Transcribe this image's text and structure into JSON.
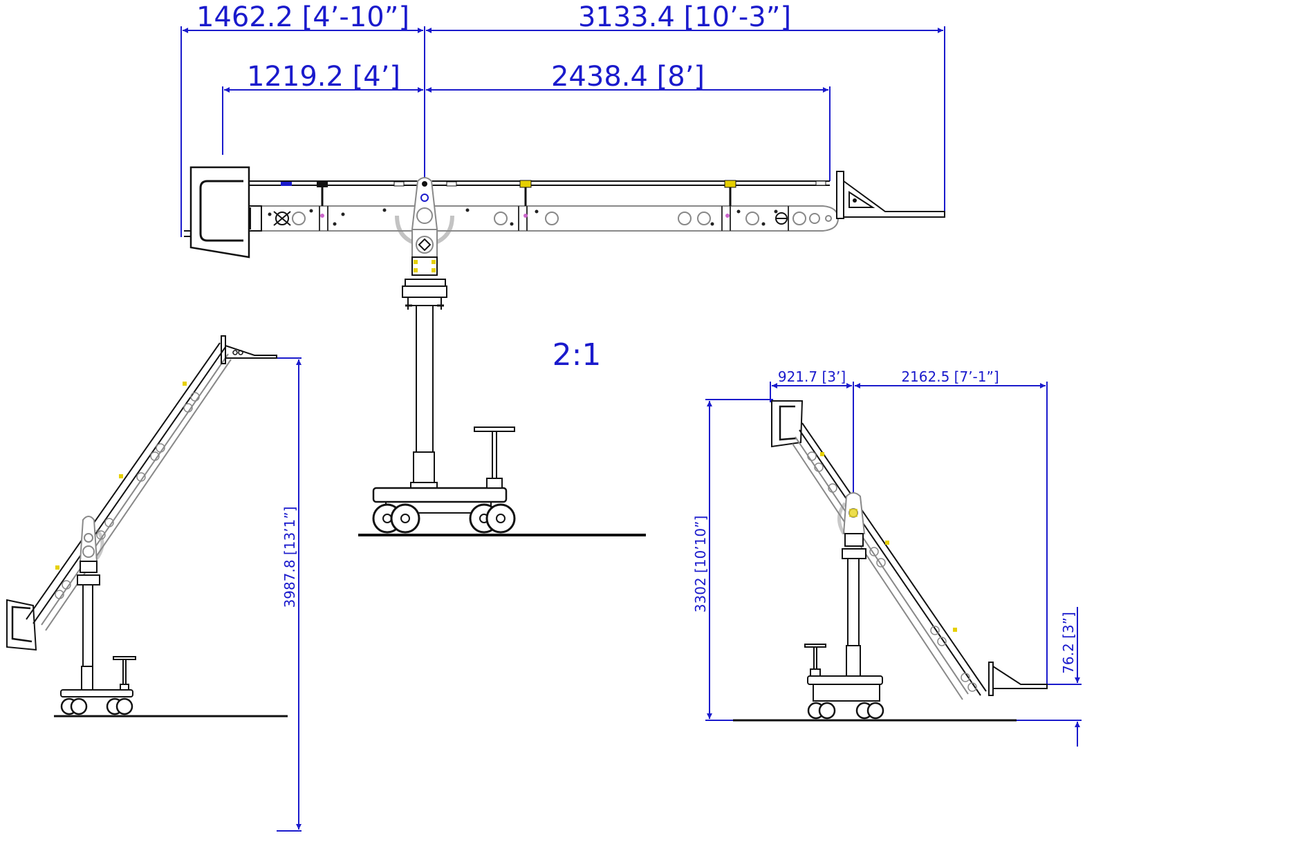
{
  "scale_label": "2:1",
  "top_view": {
    "dim_overall_left": "1462.2 [4’-10”]",
    "dim_overall_right": "3133.4 [10’-3”]",
    "dim_inner_left": "1219.2 [4’]",
    "dim_inner_right": "2438.4 [8’]"
  },
  "left_elevation": {
    "dim_height": "3987.8 [13’1”]"
  },
  "right_elevation": {
    "dim_top_left": "921.7 [3’]",
    "dim_top_right": "2162.5 [7’-1”]",
    "dim_height": "3302 [10’10”]",
    "dim_clearance": "76.2 [3”]"
  },
  "colors": {
    "dimension": "#1a1acc",
    "outline": "#111111",
    "detail": "#888888",
    "highlight": "#e6d000",
    "accent": "#cc66cc"
  }
}
